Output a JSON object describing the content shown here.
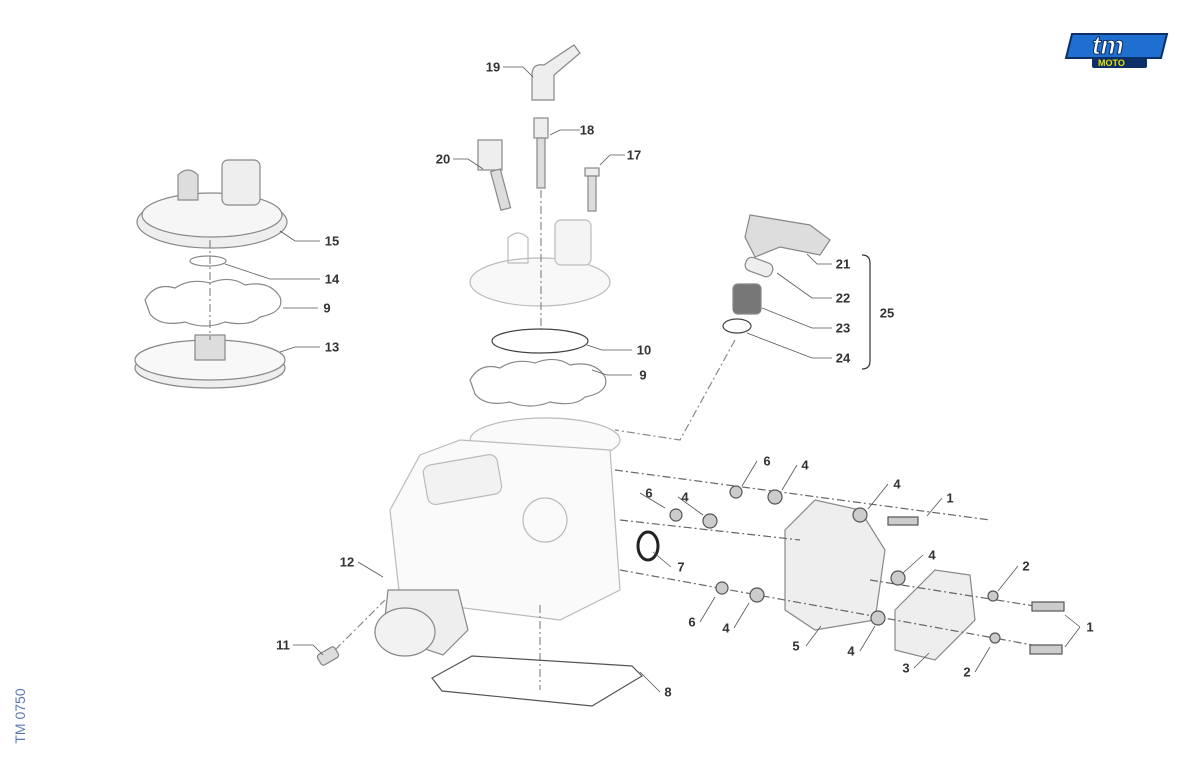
{
  "title": "Cylinder / cylinder head exploded view",
  "document_id": "TM 0750",
  "logo": {
    "text": "tm",
    "subtext": "MOTO",
    "color": "#1e6fd0",
    "sub_color": "#e8e000"
  },
  "callouts": [
    "19",
    "18",
    "17",
    "20",
    "15",
    "14",
    "9",
    "13",
    "10",
    "9",
    "21",
    "22",
    "23",
    "24",
    "25",
    "6",
    "4",
    "6",
    "4",
    "4",
    "1",
    "4",
    "7",
    "2",
    "12",
    "6",
    "4",
    "5",
    "4",
    "1",
    "3",
    "2",
    "11",
    "8"
  ]
}
